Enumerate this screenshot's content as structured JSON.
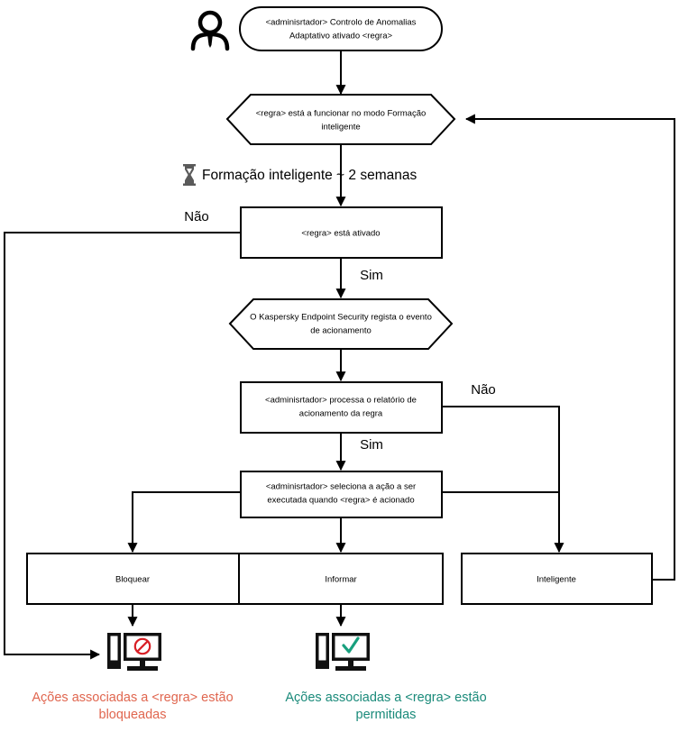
{
  "diagram": {
    "title": "Adaptive Anomaly Control rule flow",
    "actor": {
      "icon": "person-icon",
      "label": ""
    },
    "nodes": {
      "start": {
        "type": "rounded-terminal",
        "line1": "<adminisrtador> Controlo de Anomalias",
        "line2": "Adaptativo ativado <regra>"
      },
      "smart_training_mode": {
        "type": "hexagon",
        "line1": "<regra> está a funcionar no modo Formação",
        "line2": "inteligente"
      },
      "rule_enabled": {
        "type": "process",
        "line1": "<regra> está ativado"
      },
      "kes_logs_event": {
        "type": "hexagon",
        "line1": "O Kaspersky Endpoint Security regista o evento",
        "line2": "de acionamento"
      },
      "admin_processes_report": {
        "type": "process",
        "line1": "<adminisrtador> processa o relatório de",
        "line2": "acionamento da regra"
      },
      "admin_selects_action": {
        "type": "process",
        "line1": "<adminisrtador> seleciona a ação a ser",
        "line2": "executada quando <regra> é acionado"
      },
      "action_block": {
        "type": "process",
        "line1": "Bloquear"
      },
      "action_inform": {
        "type": "process",
        "line1": "Informar"
      },
      "action_smart": {
        "type": "process",
        "line1": "Inteligente"
      }
    },
    "annotations": {
      "training_note": "Formação inteligente ~ 2 semanas",
      "training_note_icon": "hourglass-icon"
    },
    "branch_labels": {
      "rule_enabled_no": "Não",
      "rule_enabled_yes": "Sim",
      "report_no": "Não",
      "report_yes": "Sim"
    },
    "outcomes": [
      {
        "icon": "computer-blocked-icon",
        "line1": "Ações associadas a <regra> estão",
        "line2": "bloqueadas",
        "color": "#e0664f"
      },
      {
        "icon": "computer-allowed-icon",
        "line1": "Ações associadas a <regra> estão",
        "line2": "permitidas",
        "color": "#1a8a7a"
      }
    ],
    "colors": {
      "stroke": "#000000",
      "background": "#ffffff",
      "blocked": "#e0664f",
      "allowed": "#1a8a7a",
      "deny_symbol": "#d81f26",
      "check_symbol": "#18a07e"
    }
  }
}
